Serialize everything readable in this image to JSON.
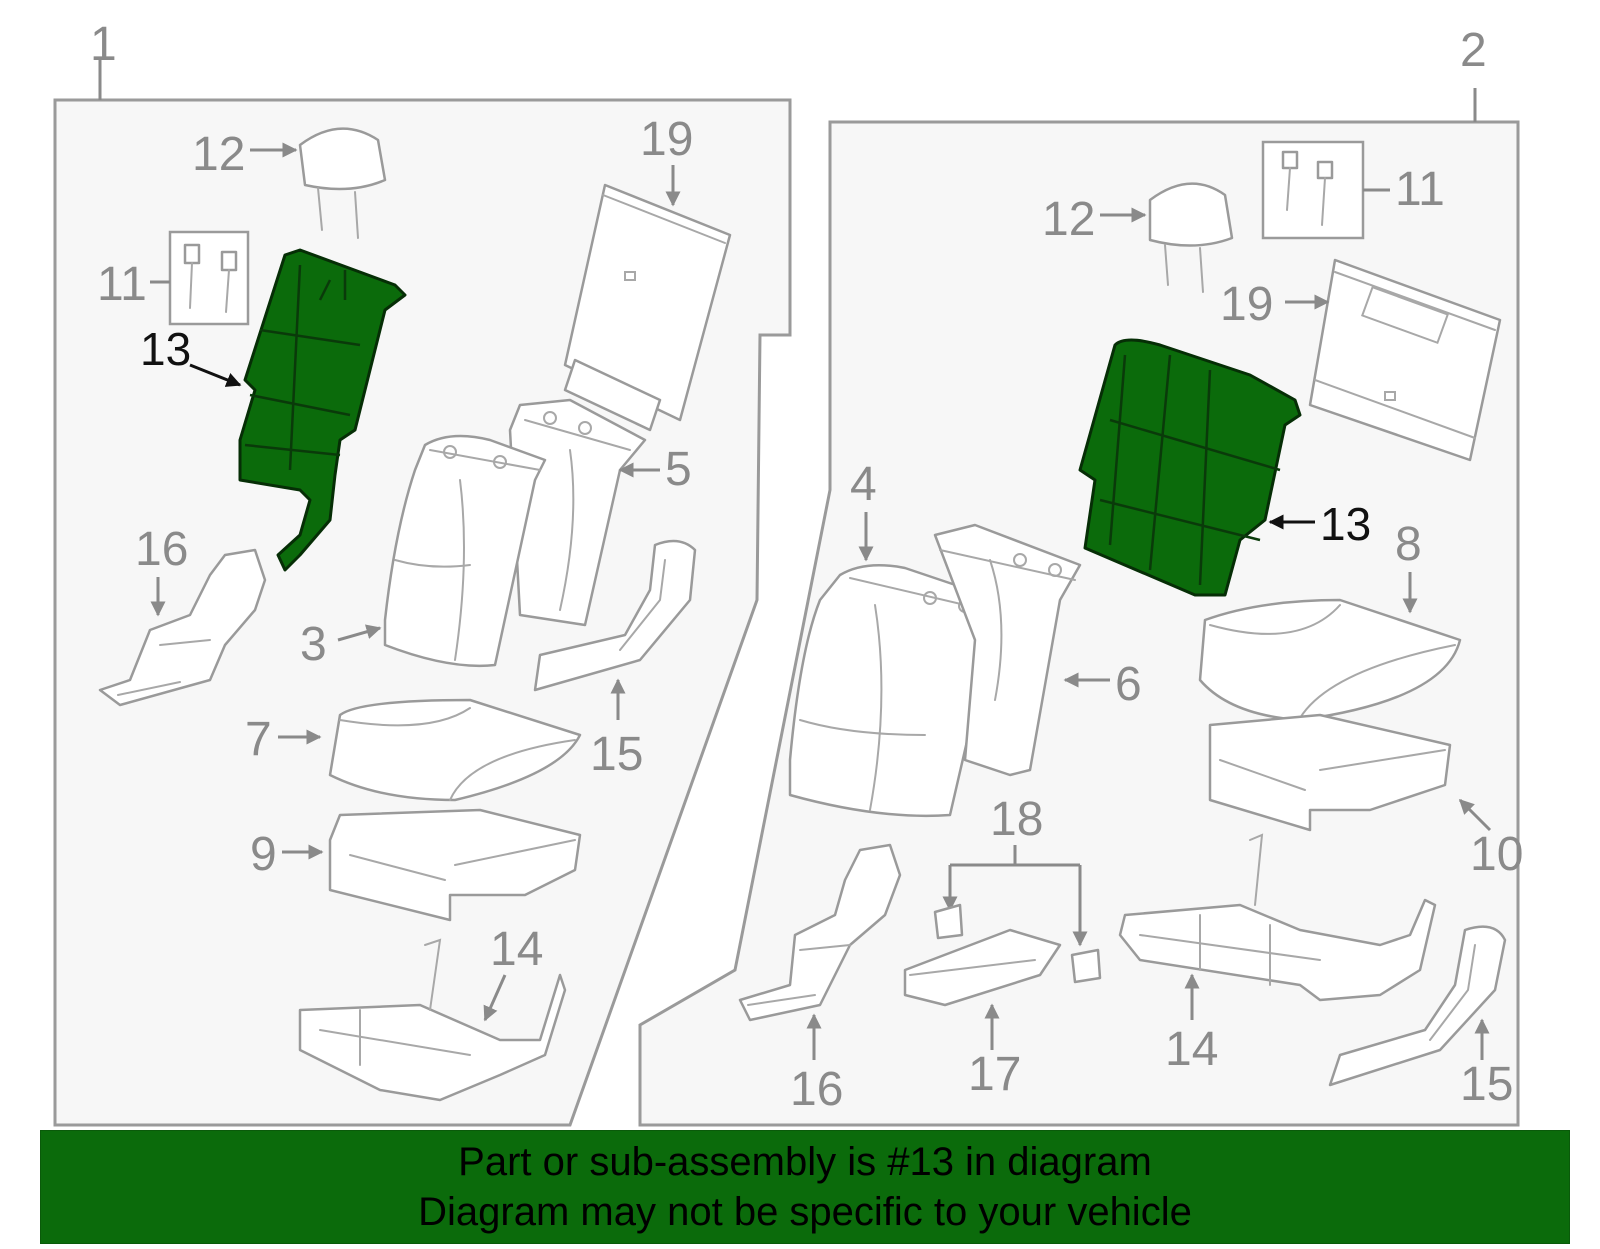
{
  "colors": {
    "highlight": "#0b6b0b",
    "part_outline": "#9a9a9a",
    "panel_background": "#f7f7f7",
    "banner_background": "#0b6b0b"
  },
  "panels": [
    {
      "label": "1"
    },
    {
      "label": "2"
    }
  ],
  "callouts_left": {
    "c12": "12",
    "c11": "11",
    "c13": "13",
    "c19": "19",
    "c5": "5",
    "c16": "16",
    "c3": "3",
    "c7": "7",
    "c15": "15",
    "c9": "9",
    "c14": "14"
  },
  "callouts_right": {
    "c11": "11",
    "c12": "12",
    "c19": "19",
    "c13": "13",
    "c4": "4",
    "c8": "8",
    "c6": "6",
    "c10": "10",
    "c18": "18",
    "c14": "14",
    "c16": "16",
    "c17": "17",
    "c15": "15"
  },
  "banner": {
    "line1": "Part or sub-assembly is #13 in diagram",
    "line2": "Diagram may not be specific to your vehicle"
  }
}
